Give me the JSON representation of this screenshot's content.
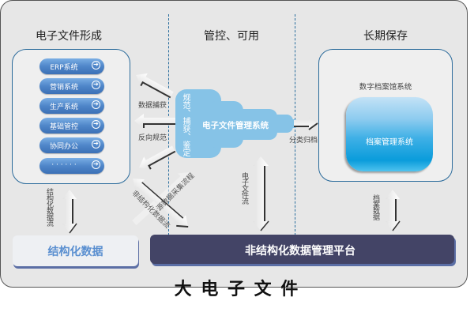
{
  "sections": {
    "formation": "电子文件形成",
    "control": "管控、可用",
    "preservation": "长期保存"
  },
  "source_systems": [
    {
      "label": "ERP系统",
      "icon": "arrow-circle-right-icon"
    },
    {
      "label": "营销系统",
      "icon": "arrow-circle-right-icon"
    },
    {
      "label": "生产系统",
      "icon": "arrow-circle-right-icon"
    },
    {
      "label": "基础管控",
      "icon": "arrow-circle-right-icon"
    },
    {
      "label": "协同办公",
      "icon": "arrow-circle-right-icon"
    },
    {
      "label": "· · · · · ·",
      "icon": "arrow-circle-right-icon"
    }
  ],
  "go_glyph": "➔",
  "flows": {
    "data_capture": "数据捕获",
    "reverse_norm": "反向规范",
    "classify_archive": "分类归档",
    "structured_flow": "结构化数据流",
    "unstructured_flow": "非结构化数据流",
    "metadata_flow": "源数据采集流程",
    "efile_flow": "电子文件流",
    "archive_data": "档案数据"
  },
  "erms": {
    "functions": "规范、捕获、鉴定",
    "title": "电子文件管理系统"
  },
  "archive": {
    "container": "数字档案馆系统",
    "system": "档案管理系统"
  },
  "structured_data": "结构化数据",
  "platform": "非结构化数据管理平台",
  "footer_title": "大 电 子 文 件",
  "colors": {
    "frame_bg": "#e7e7e7",
    "panel_border": "#2b6b9b",
    "button_blue": "#4f86c9",
    "cloud": "#86c3e7",
    "platform": "#434466",
    "accent_text": "#5a8fd0"
  }
}
